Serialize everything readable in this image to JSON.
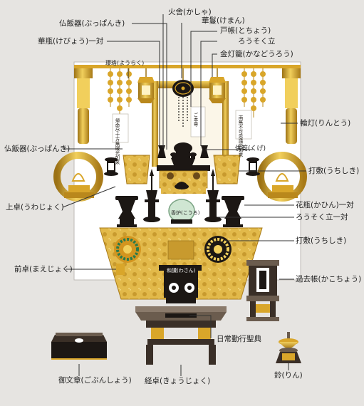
{
  "colors": {
    "background": "#e6e4e1",
    "gold": "#d9a62a",
    "gold_light": "#f1cf5c",
    "gold_dark": "#9c7215",
    "black": "#1c1714",
    "brocade": "#e2b94a",
    "shrine_bg": "#ffffff",
    "leader_line": "#333333"
  },
  "labels": {
    "kasha": "火舎(かしゃ)",
    "kema": "華鬘(けまん)",
    "tocho": "戸帳(とちょう)",
    "butsuhanki_top": "仏飯器(ぶっぱんき)",
    "rosokutate_top": "ろうそく立",
    "kebyo": "華瓶(けびょう)一対",
    "kanadoro": "金灯籠(かなどうろう)",
    "yoraku": "瓔珞(ようらく)",
    "rinto": "輪灯(りんとう)",
    "butsuhanki_left": "仏飯器(ぶっぱんき)",
    "kugu": "供筍(くげ)",
    "uchishiki_right": "打敷(うちしき)",
    "uwajoku": "上卓(うわじょく)",
    "kahin": "花瓶(かひん)一対",
    "rosokutate_pair": "ろうそく立一対",
    "uchishiki_center": "打敷(うちしき)",
    "maejoku": "前卓(まえじょく)",
    "kakocho": "過去帳(かこちょう)",
    "nichijo_seiten": "日常勤行聖典",
    "gobunsho": "御文章(ごぶんしょう)",
    "kyojoku": "経卓(きょうじょく)",
    "rin": "鈴(りん)",
    "koro": "香炉(こうろ)",
    "kazu_ko": "和讃(わさん)"
  },
  "scroll_texts": {
    "left_scroll": "帰命尽十方無礙光如来",
    "right_scroll": "南無不可思議光如来",
    "center_scroll": "ご本尊"
  }
}
